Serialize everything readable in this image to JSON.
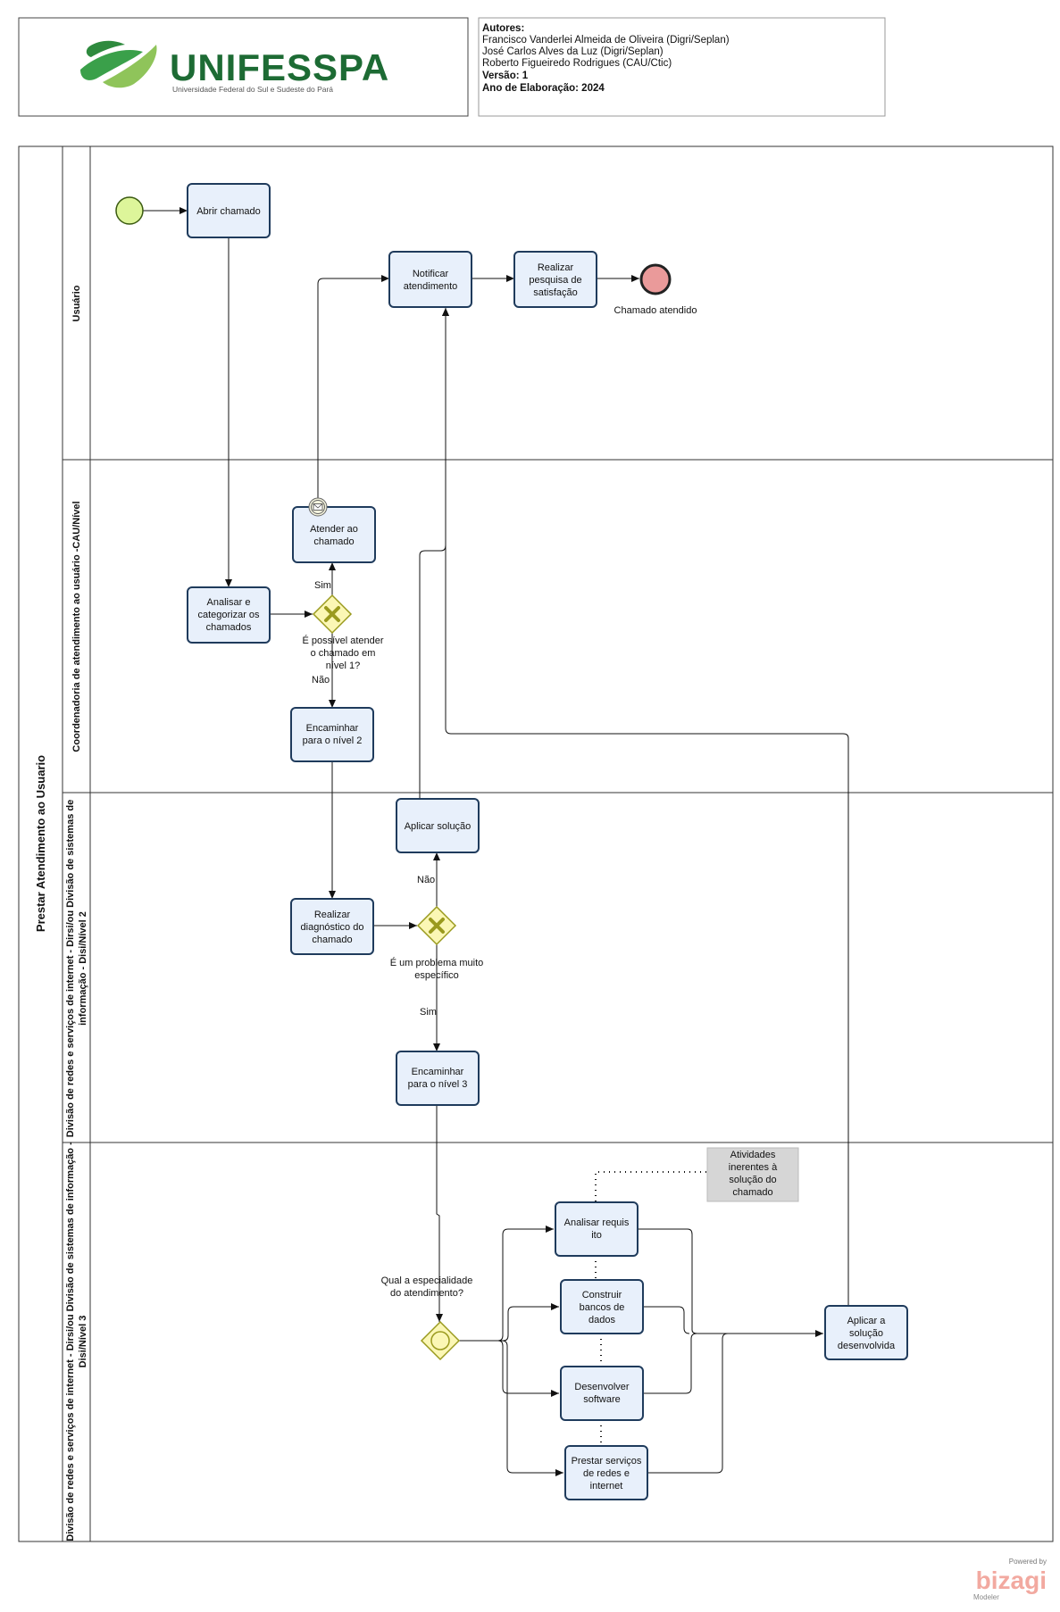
{
  "header": {
    "logo_name": "UNIFESSPA",
    "logo_subtitle": "Universidade Federal do Sul e Sudeste do Pará",
    "authors_label": "Autores:",
    "authors": [
      "Francisco Vanderlei Almeida de Oliveira (Digri/Seplan)",
      "José Carlos Alves da Luz (Digri/Seplan)",
      "Roberto Figueiredo Rodrigues (CAU/Ctic)"
    ],
    "version": "Versão: 1",
    "year": "Ano de Elaboração: 2024"
  },
  "pool": {
    "title": "Prestar Atendimento ao Usuario"
  },
  "lanes": {
    "usuario": [
      "Usuário"
    ],
    "cau": [
      "Coordenadoria de atendimento ao usuário -CAU/Nível"
    ],
    "nivel2": [
      "Divisão de redes e serviços de internet - Dirsi/ou Divisão de sistemas de",
      "informação - Disi/Nível 2"
    ],
    "nivel3": [
      "Divisão de redes e serviços de internet - Dirsi/ou Divisão de sistemas de informação -",
      "Disi/Nível 3"
    ]
  },
  "tasks": {
    "abrir_chamado": [
      "Abrir chamado"
    ],
    "notificar": [
      "Notificar",
      "atendimento"
    ],
    "pesquisa": [
      "Realizar",
      "pesquisa de",
      "satisfação"
    ],
    "atender": [
      "Atender ao",
      "chamado"
    ],
    "analisar_categorizar": [
      "Analisar e",
      "categorizar os",
      "chamados"
    ],
    "encaminhar_n2": [
      "Encaminhar",
      "para o nível 2"
    ],
    "aplicar_solucao": [
      "Aplicar solução"
    ],
    "diagnostico": [
      "Realizar",
      "diagnóstico do",
      "chamado"
    ],
    "encaminhar_n3": [
      "Encaminhar",
      "para o nível 3"
    ],
    "analisar_requisito": [
      "Analisar  requis",
      "ito"
    ],
    "construir_bd": [
      "Construir",
      "bancos de",
      "dados"
    ],
    "desenvolver": [
      "Desenvolver",
      "software"
    ],
    "prestar_servicos": [
      "Prestar serviços",
      "de redes e",
      "internet"
    ],
    "aplicar_desenvolvida": [
      "Aplicar a",
      "solução",
      "desenvolvida"
    ]
  },
  "events": {
    "end_label": "Chamado atendido"
  },
  "gateways": {
    "g1": [
      "É possível atender",
      "o chamado em",
      "nível 1?"
    ],
    "g2": [
      "É um problema muito",
      "específico"
    ],
    "g3": [
      "Qual a especialidade",
      "do atendimento?"
    ]
  },
  "flow_labels": {
    "sim1": "Sim",
    "nao1": "Não",
    "nao2": "Não",
    "sim2": "Sim"
  },
  "annotation": [
    "Atividades",
    "inerentes à",
    "solução do",
    "chamado"
  ],
  "footer": {
    "powered": "Powered by",
    "brand": "bizagi",
    "product": "Modeler"
  },
  "colors": {
    "task_fill": "#e8f0fb",
    "task_stroke": "#1f3b5c",
    "start_fill": "#ddf59a",
    "end_fill": "#ea9a9a",
    "gateway_fill": "#fbf7b5",
    "gateway_stroke": "#9a9a1e",
    "logo_green": "#3aa04a",
    "logo_text": "#1d6b34"
  }
}
